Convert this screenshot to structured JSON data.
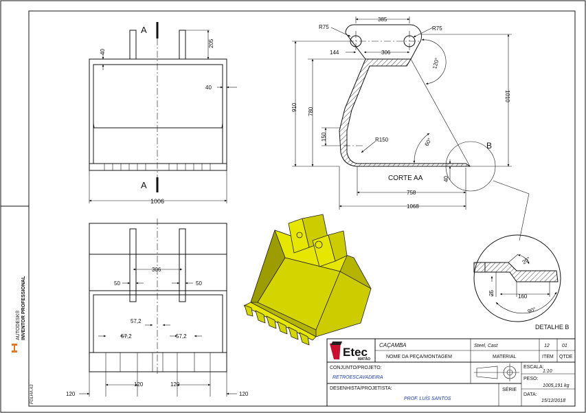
{
  "drawing": {
    "dims": {
      "front_40_top": "40",
      "front_205": "205",
      "front_40_side": "40",
      "front_width": "1006",
      "top_306": "306",
      "top_50_left": "50",
      "top_50_right": "50",
      "top_57_2_center": "57,2",
      "top_57_2_left": "57,2",
      "top_57_2_right": "57,2",
      "top_120_a": "120",
      "top_120_b": "120",
      "top_120_left": "120",
      "top_120_right": "120",
      "sec_385": "385",
      "sec_r75_left": "R75",
      "sec_r75_right": "R75",
      "sec_144": "144",
      "sec_306": "306",
      "sec_120deg": "120°",
      "sec_910": "910",
      "sec_780": "780",
      "sec_1010": "1010",
      "sec_150": "150",
      "sec_r150": "R150",
      "sec_60deg": "60°",
      "sec_40": "40",
      "sec_758": "758",
      "sec_1068": "1068",
      "det_20deg": "20°",
      "det_25": "25",
      "det_160": "160",
      "det_90deg": "90°"
    },
    "section_marker_top": "A",
    "section_marker_bottom": "A",
    "section_label": "CORTE AA",
    "detail_marker": "B",
    "detail_label": "DETALHE B",
    "side_brand_1": "AUTODESK®",
    "side_brand_2": "INVENTOR PROFESSIONAL",
    "sheet_code": "FOLHA A3"
  },
  "title_block": {
    "logo_text": "Etec",
    "logo_sub": "MATÃO",
    "part_name": "CAÇAMBA",
    "material_value": "Steel, Cast",
    "item_value": "12",
    "qtde_value": "01",
    "label_nome": "NOME DA PEÇA/MONTAGEM",
    "label_material": "MATERIAL",
    "label_item": "ITEM",
    "label_qtde": "QTDE",
    "label_conjunto": "CONJUNTO/PROJETO:",
    "conjunto_value": "RETROESCAVADEIRA",
    "label_escala": "ESCALA:",
    "escala_value": "1:10",
    "label_peso": "PESO:",
    "peso_value": "1005,191 kg",
    "label_desenhista": "DESENHISTA/PROJETISTA:",
    "desenhista_value": "PROF. LUÍS SANTOS",
    "label_serie": "SÉRIE",
    "label_data": "DATA:",
    "data_value": "15/12/2018"
  },
  "colors": {
    "bucket_fill": "#e6e600",
    "bucket_shade": "#a8a800",
    "bucket_dark": "#6f6f00",
    "logo_red": "#c8102e",
    "text_blue": "#1a3fb5",
    "brand_orange": "#e87722"
  }
}
